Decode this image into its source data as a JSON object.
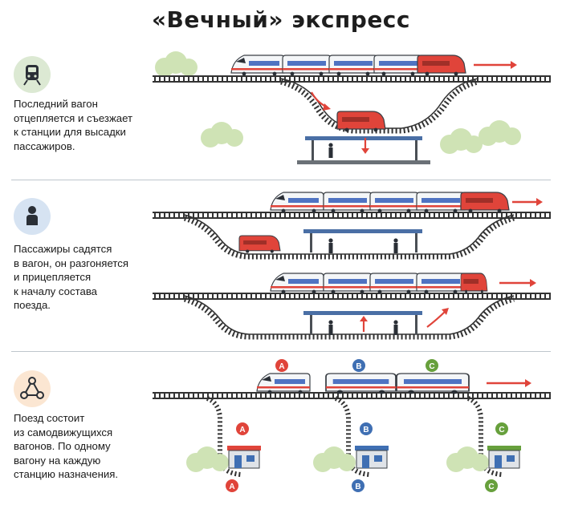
{
  "title": "«Вечный» экспресс",
  "panels": [
    {
      "icon": "train-icon",
      "text": [
        "Последний вагон",
        "отцепляется и съезжает",
        "к станции для высадки",
        "пассажиров."
      ]
    },
    {
      "icon": "person-icon",
      "text": [
        "Пассажиры садятся",
        "в вагон, он разгоняется",
        "и прицепляется",
        "к началу состава",
        "поезда."
      ]
    },
    {
      "icon": "network-icon",
      "text": [
        "Поезд состоит",
        "из самодвижущихся",
        "вагонов. По одному",
        "вагону на каждую",
        "станцию назначения."
      ]
    }
  ],
  "stations": {
    "A": {
      "label": "A",
      "color": "#e0443a"
    },
    "B": {
      "label": "B",
      "color": "#3f6fb3"
    },
    "C": {
      "label": "C",
      "color": "#67a03c"
    }
  },
  "colors": {
    "accent": "#e0443a",
    "track": "#333333",
    "car_white": "#f4f6f8",
    "car_red": "#e0443a",
    "window": "#4f73c2",
    "platform_roof": "#4a6fa5",
    "bush": "#cfe3b5"
  }
}
